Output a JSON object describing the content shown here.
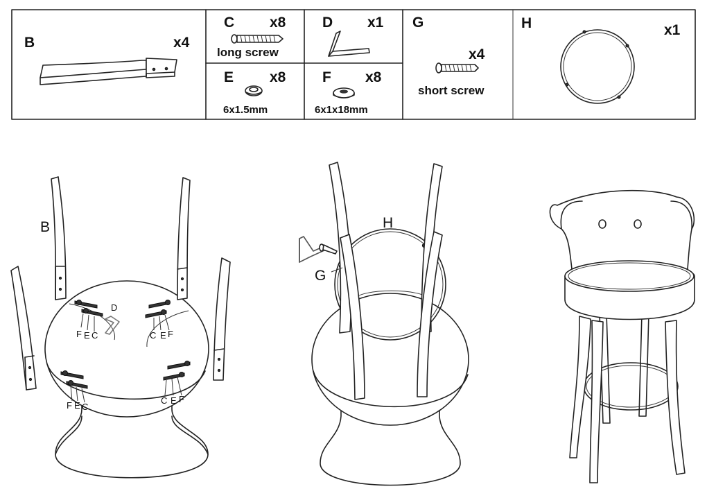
{
  "parts": {
    "B": {
      "letter": "B",
      "qty": "x4"
    },
    "C": {
      "letter": "C",
      "qty": "x8",
      "desc": "long screw"
    },
    "D": {
      "letter": "D",
      "qty": "x1"
    },
    "E": {
      "letter": "E",
      "qty": "x8",
      "desc": "6x1.5mm"
    },
    "F": {
      "letter": "F",
      "qty": "x8",
      "desc": "6x1x18mm"
    },
    "G": {
      "letter": "G",
      "qty": "x4",
      "desc": "short screw"
    },
    "H": {
      "letter": "H",
      "qty": "x1"
    }
  },
  "step1": {
    "leg_label": "B",
    "tool_label": "D",
    "hw_tl": [
      "F",
      "E",
      "C"
    ],
    "hw_tr": [
      "C",
      "E",
      "F"
    ],
    "hw_bl": [
      "F",
      "E",
      "C"
    ],
    "hw_br": [
      "C",
      "E",
      "F"
    ]
  },
  "step2": {
    "ring_label": "H",
    "screw_label": "G"
  }
}
